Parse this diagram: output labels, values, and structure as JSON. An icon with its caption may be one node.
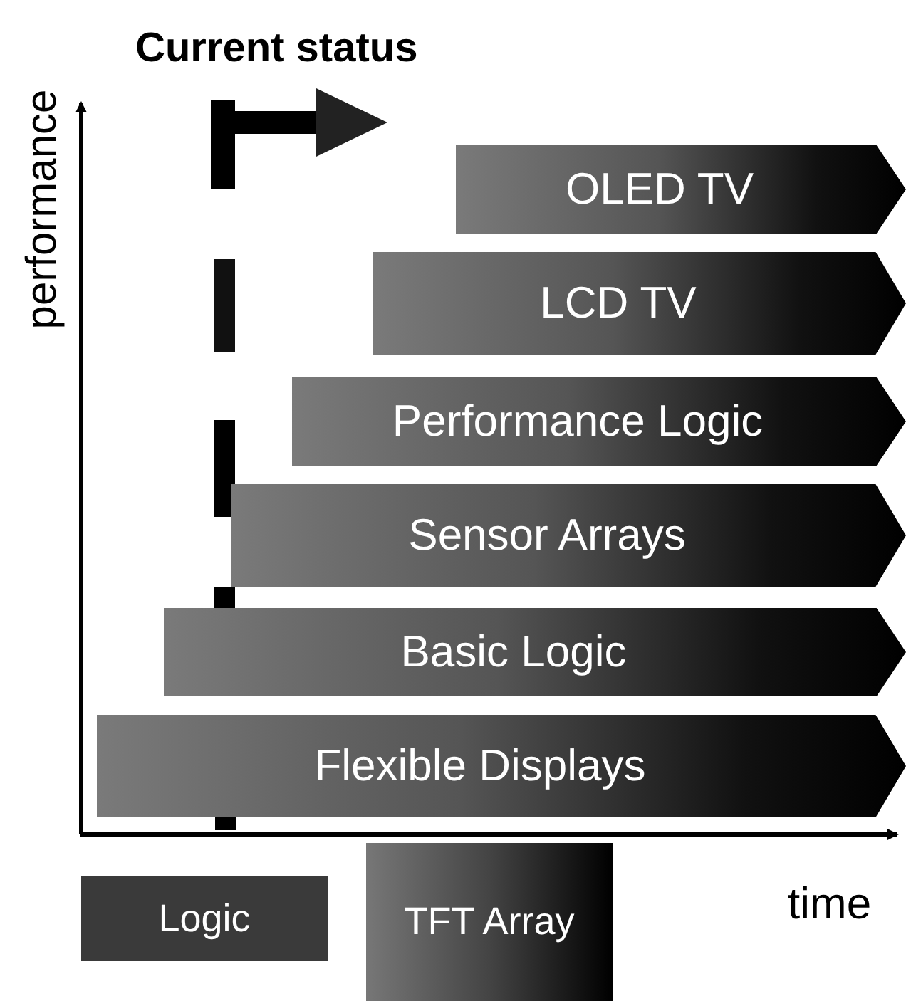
{
  "diagram": {
    "nodes": [
      {
        "text": [
          "OLED TV"
        ]
      },
      {
        "text": [
          "LCD TV"
        ]
      },
      {
        "text": [
          "Performance Logic"
        ]
      },
      {
        "text": [
          "Sensor Arrays"
        ]
      },
      {
        "text": [
          "Basic Logic"
        ]
      },
      {
        "text": [
          "Flexible Displays"
        ]
      },
      {
        "text": [
          "Logic"
        ]
      },
      {
        "text": [
          "TFT Array"
        ]
      }
    ],
    "edges": [],
    "labels": [
      "Current status",
      "performance",
      "time"
    ]
  }
}
